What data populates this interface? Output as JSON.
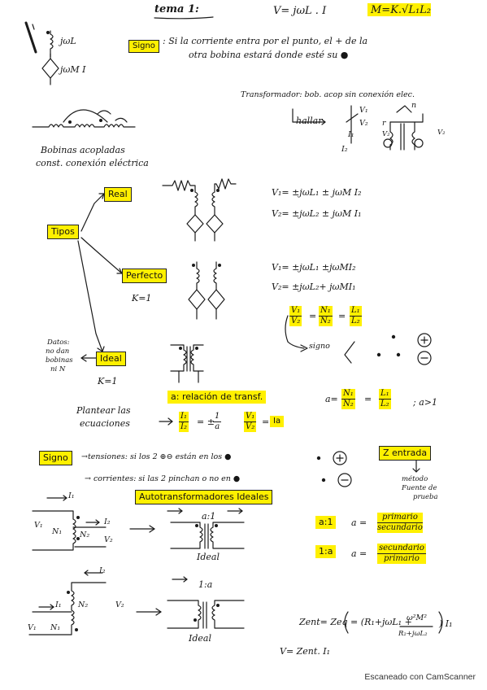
{
  "header": {
    "title": "tema 1:",
    "formula_v": "V= jωL . I",
    "formula_m": "M=K.√L₁L₂"
  },
  "intro": {
    "lbl_jwl": "jωL",
    "lbl_jwmi": "jωM I",
    "signo_label": "Signo",
    "signo_line1": ": Si la corriente entra por el punto, el + de la",
    "signo_line2": "otra bobina estará donde esté su ●",
    "bobinas_line1": "Bobinas acopladas",
    "bobinas_line2": "const. conexión eléctrica",
    "transformador": "Transformador: bob. acop sin conexión elec.",
    "hallar": "hallar",
    "tr_v1": "V₁",
    "tr_v2": "V₂",
    "tr_i1": "I₁",
    "tr_i2": "I₂",
    "tr_n": "n",
    "tr_r": "r",
    "tr_v2b": "V₂",
    "tr_v2c": "V₂"
  },
  "tipos": {
    "label": "Tipos",
    "real": {
      "label": "Real",
      "eq1": "V₁= ±jωL₁ ± jωM I₂",
      "eq2": "V₂= ±jωL₂ ± jωM I₁"
    },
    "perfecto": {
      "label": "Perfecto",
      "k": "K=1",
      "eq1": "V₁= ±jωL₁ ±jωMI₂",
      "eq2": "V₂= ±jωL₂+ jωMI₁",
      "ratio_v1": "V₁",
      "ratio_v2": "V₂",
      "ratio_n1": "N₁",
      "ratio_n2": "N₂",
      "ratio_l1": "L₁",
      "ratio_l2": "L₂",
      "signo": "signo"
    },
    "ideal": {
      "label": "Ideal",
      "k": "K=1",
      "datos_line1": "Datos:",
      "datos_line2": "no dan",
      "datos_line3": "bobinas",
      "datos_line4": "ni N"
    }
  },
  "relacion": {
    "label": "a: relación de transf.",
    "a_eq": "a=",
    "n1": "N₁",
    "n2": "N₂",
    "l1": "L₁",
    "l2": "L₂",
    "cond": "; a>1",
    "plantear_line1": "Plantear las",
    "plantear_line2": "ecuaciones",
    "i1": "I₁",
    "i2": "I₂",
    "one": "1",
    "a": "a",
    "v1": "V₁",
    "v2": "V₂",
    "ia": "Ia"
  },
  "signo2": {
    "label": "Signo",
    "tensiones": "→tensiones: si los 2 ⊕⊖ están en los ●",
    "corrientes": "→ corrientes: si las 2 pinchan o no en ●"
  },
  "auto": {
    "label": "Autotransformadores Ideales",
    "ratio": "a:1",
    "ratio2": "1:a",
    "ideal1": "Ideal",
    "ideal2": "Ideal",
    "a1_label": "a:1",
    "a1_eq": "a =",
    "a1_num": "primario",
    "a1_den": "secundario",
    "a2_label": "1:a",
    "a2_eq": "a =",
    "a2_num": "secundario",
    "a2_den": "primario",
    "n1": "N₁",
    "n2": "N₂",
    "i1": "I₁",
    "i2": "I₂",
    "v1": "V₁",
    "v2": "V₂"
  },
  "entrada": {
    "label": "Z entrada",
    "metodo_line1": "método",
    "metodo_line2": "Fuente de",
    "metodo_line3": "prueba",
    "zent": "Zent= Zeq = (R₁+jωL₁ +",
    "m2": "ω²M²",
    "den": "R₂+jωL₂",
    "i1": ") I₁",
    "v": "V= Zent. I₁"
  },
  "footer": {
    "watermark": "Escaneado con CamScanner"
  }
}
